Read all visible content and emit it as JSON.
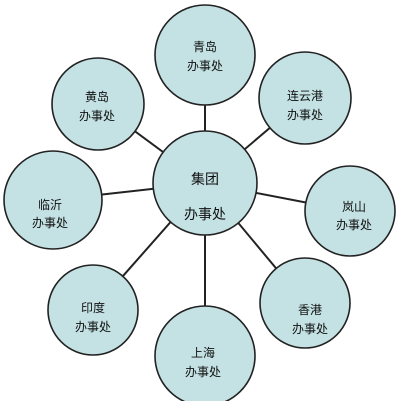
{
  "center": {
    "line1": "集团",
    "line2": "办事处"
  },
  "nodes": [
    {
      "id": "qingdao",
      "line1": "青岛",
      "line2": "办事处"
    },
    {
      "id": "lianyungang",
      "line1": "连云港",
      "line2": "办事处"
    },
    {
      "id": "lanshan",
      "line1": "岚山",
      "line2": "办事处"
    },
    {
      "id": "xianggang",
      "line1": "香港",
      "line2": "办事处"
    },
    {
      "id": "shanghai",
      "line1": "上海",
      "line2": "办事处"
    },
    {
      "id": "yindu",
      "line1": "印度",
      "line2": "办事处"
    },
    {
      "id": "linyi",
      "line1": "临沂",
      "line2": "办事处"
    },
    {
      "id": "huangdao",
      "line1": "黄岛",
      "line2": "办事处"
    }
  ],
  "colors": {
    "fill": "#c4e2e4",
    "stroke": "#222222",
    "line": "#222222",
    "text": "#111111"
  }
}
